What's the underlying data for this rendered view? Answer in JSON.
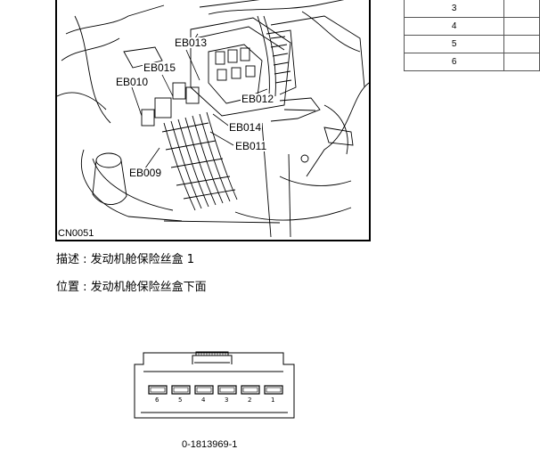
{
  "figure": {
    "callouts": {
      "eb013": "EB013",
      "eb015": "EB015",
      "eb010": "EB010",
      "eb012": "EB012",
      "eb014": "EB014",
      "eb011": "EB011",
      "eb009": "EB009"
    },
    "code": "CN0051"
  },
  "pin_table": {
    "rows": [
      {
        "pin": "3",
        "value": ""
      },
      {
        "pin": "4",
        "value": ""
      },
      {
        "pin": "5",
        "value": ""
      },
      {
        "pin": "6",
        "value": ""
      }
    ]
  },
  "description": "描述 : 发动机舱保险丝盒 1",
  "location": "位置 : 发动机舱保险丝盒下面",
  "connector": {
    "pins": [
      "6",
      "5",
      "4",
      "3",
      "2",
      "1"
    ],
    "part_number": "0-1813969-1"
  }
}
